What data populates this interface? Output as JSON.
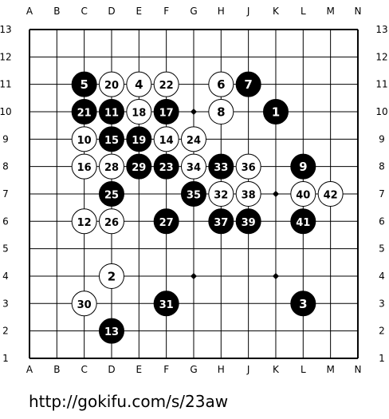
{
  "board": {
    "size": 13,
    "columns": [
      "A",
      "B",
      "C",
      "D",
      "E",
      "F",
      "G",
      "H",
      "J",
      "K",
      "L",
      "M",
      "N"
    ],
    "rows": [
      "13",
      "12",
      "11",
      "10",
      "9",
      "8",
      "7",
      "6",
      "5",
      "4",
      "3",
      "2",
      "1"
    ],
    "star_points": [
      [
        "G",
        10
      ],
      [
        "K",
        7
      ],
      [
        "G",
        4
      ],
      [
        "K",
        4
      ]
    ],
    "colors": {
      "black": "#000000",
      "white": "#ffffff",
      "line": "#000000"
    }
  },
  "stones": [
    {
      "n": "1",
      "color": "black",
      "col": "K",
      "row": 10
    },
    {
      "n": "2",
      "color": "white",
      "col": "D",
      "row": 4
    },
    {
      "n": "3",
      "color": "black",
      "col": "L",
      "row": 3
    },
    {
      "n": "4",
      "color": "white",
      "col": "E",
      "row": 11
    },
    {
      "n": "5",
      "color": "black",
      "col": "C",
      "row": 11
    },
    {
      "n": "6",
      "color": "white",
      "col": "H",
      "row": 11
    },
    {
      "n": "7",
      "color": "black",
      "col": "J",
      "row": 11
    },
    {
      "n": "8",
      "color": "white",
      "col": "H",
      "row": 10
    },
    {
      "n": "9",
      "color": "black",
      "col": "L",
      "row": 8
    },
    {
      "n": "10",
      "color": "white",
      "col": "C",
      "row": 9
    },
    {
      "n": "11",
      "color": "black",
      "col": "D",
      "row": 10
    },
    {
      "n": "12",
      "color": "white",
      "col": "C",
      "row": 6
    },
    {
      "n": "13",
      "color": "black",
      "col": "D",
      "row": 2
    },
    {
      "n": "14",
      "color": "white",
      "col": "F",
      "row": 9
    },
    {
      "n": "15",
      "color": "black",
      "col": "D",
      "row": 9
    },
    {
      "n": "16",
      "color": "white",
      "col": "C",
      "row": 8
    },
    {
      "n": "17",
      "color": "black",
      "col": "F",
      "row": 10
    },
    {
      "n": "18",
      "color": "white",
      "col": "E",
      "row": 10
    },
    {
      "n": "19",
      "color": "black",
      "col": "E",
      "row": 9
    },
    {
      "n": "20",
      "color": "white",
      "col": "D",
      "row": 11
    },
    {
      "n": "21",
      "color": "black",
      "col": "C",
      "row": 10
    },
    {
      "n": "22",
      "color": "white",
      "col": "F",
      "row": 11
    },
    {
      "n": "23",
      "color": "black",
      "col": "F",
      "row": 8
    },
    {
      "n": "24",
      "color": "white",
      "col": "G",
      "row": 9
    },
    {
      "n": "25",
      "color": "black",
      "col": "D",
      "row": 7
    },
    {
      "n": "26",
      "color": "white",
      "col": "D",
      "row": 6
    },
    {
      "n": "27",
      "color": "black",
      "col": "F",
      "row": 6
    },
    {
      "n": "28",
      "color": "white",
      "col": "D",
      "row": 8
    },
    {
      "n": "29",
      "color": "black",
      "col": "E",
      "row": 8
    },
    {
      "n": "30",
      "color": "white",
      "col": "C",
      "row": 3
    },
    {
      "n": "31",
      "color": "black",
      "col": "F",
      "row": 3
    },
    {
      "n": "32",
      "color": "white",
      "col": "H",
      "row": 7
    },
    {
      "n": "33",
      "color": "black",
      "col": "H",
      "row": 8
    },
    {
      "n": "34",
      "color": "white",
      "col": "G",
      "row": 8
    },
    {
      "n": "35",
      "color": "black",
      "col": "G",
      "row": 7
    },
    {
      "n": "36",
      "color": "white",
      "col": "J",
      "row": 8
    },
    {
      "n": "37",
      "color": "black",
      "col": "H",
      "row": 6
    },
    {
      "n": "38",
      "color": "white",
      "col": "J",
      "row": 7
    },
    {
      "n": "39",
      "color": "black",
      "col": "J",
      "row": 6
    },
    {
      "n": "40",
      "color": "white",
      "col": "L",
      "row": 7
    },
    {
      "n": "41",
      "color": "black",
      "col": "L",
      "row": 6
    },
    {
      "n": "42",
      "color": "white",
      "col": "M",
      "row": 7
    }
  ],
  "footer": {
    "url": "http://gokifu.com/s/23aw"
  }
}
